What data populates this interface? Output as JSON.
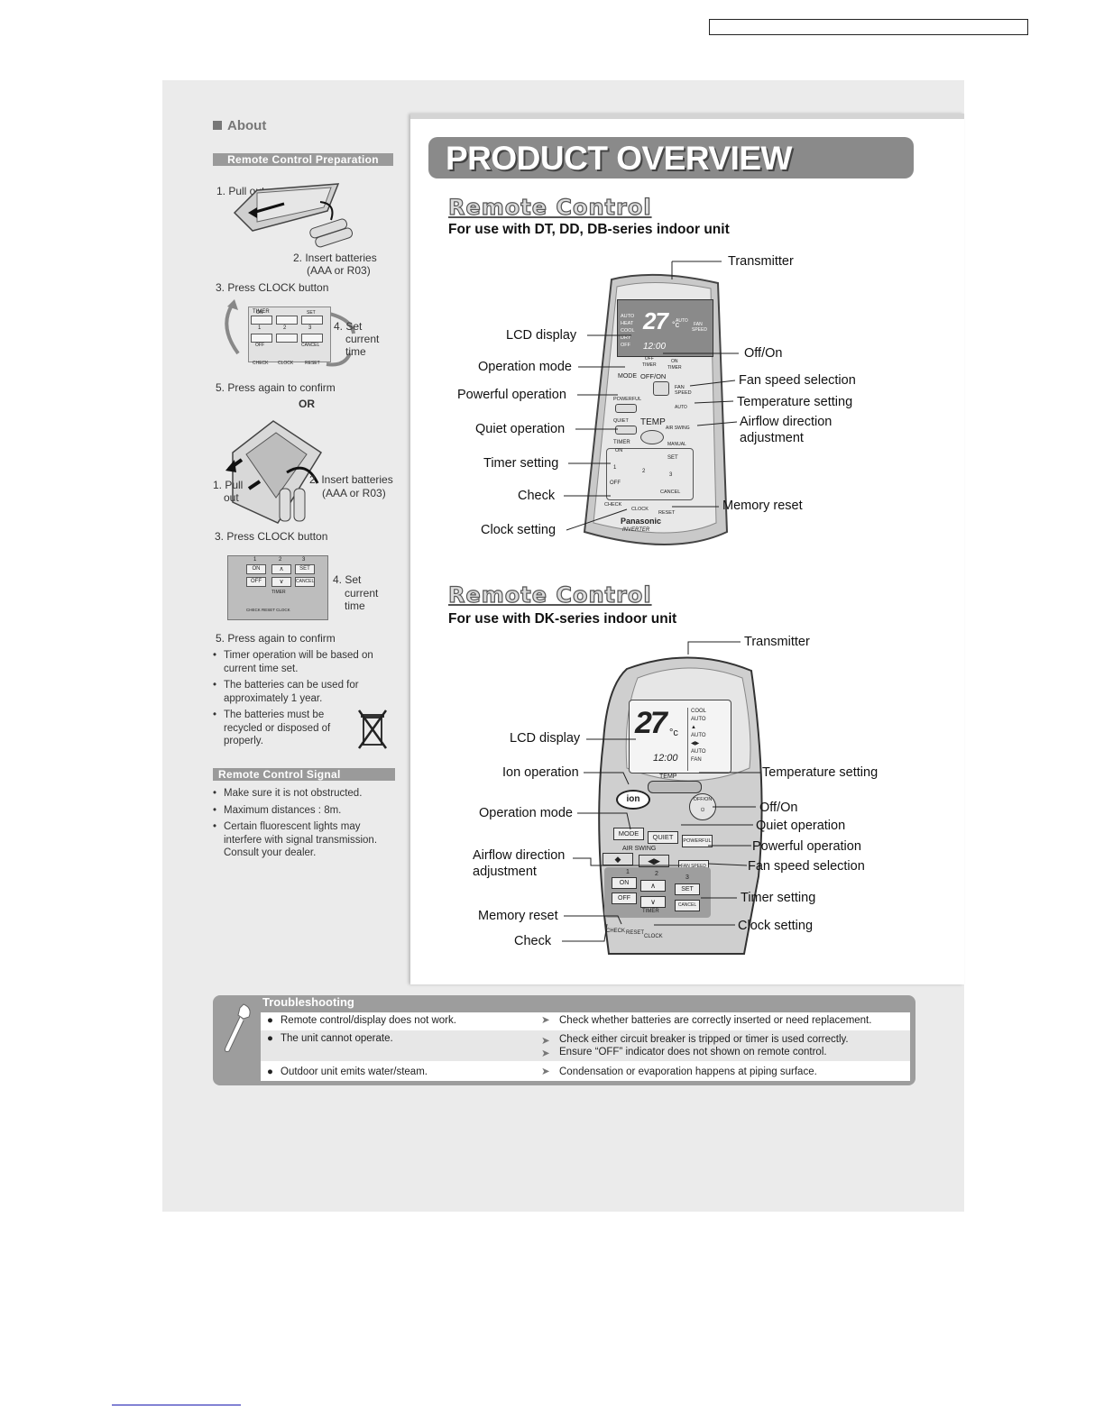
{
  "about": {
    "title": "About",
    "prep_title": "Remote Control Preparation",
    "steps_a": {
      "pull_out": "1.  Pull out",
      "insert_1": "2. Insert batteries",
      "insert_2": "(AAA or R03)",
      "press_clock": "3. Press CLOCK button",
      "set_1": "4. Set",
      "set_2": "current",
      "set_3": "time",
      "confirm": "5. Press again to confirm"
    },
    "or": "OR",
    "steps_b": {
      "pull_1": "1. Pull",
      "pull_2": "out",
      "insert_1": "2. Insert batteries",
      "insert_2": "(AAA or R03)",
      "press_clock": "3. Press CLOCK button",
      "set_1": "4. Set",
      "set_2": "current",
      "set_3": "time",
      "confirm": "5. Press again to confirm"
    },
    "mini_remote_a": [
      "TIMER",
      "ON",
      "SET",
      "1",
      "2",
      "3",
      "OFF",
      "CANCEL",
      "CHECK",
      "CLOCK",
      "RESET"
    ],
    "mini_remote_b": [
      "1",
      "2",
      "3",
      "ON",
      "SET",
      "OFF",
      "CANCEL",
      "TIMER",
      "CHECK RESET CLOCK"
    ],
    "notes": [
      [
        "Timer operation will be based on",
        "current time set."
      ],
      [
        "The batteries can be used for",
        "approximately 1 year."
      ],
      [
        "The batteries must be",
        "recycled or disposed of",
        "properly."
      ]
    ],
    "signal_title": "Remote Control Signal",
    "signal_notes": [
      [
        "Make sure it is not obstructed."
      ],
      [
        "Maximum distances : 8m."
      ],
      [
        "Certain fluorescent lights may",
        "interfere with signal transmission.",
        "Consult your dealer."
      ]
    ]
  },
  "overview": {
    "title": "PRODUCT OVERVIEW",
    "remote1": {
      "title": "Remote Control",
      "subtitle": "For use with DT, DD, DB-series indoor unit",
      "labels_left": [
        "LCD display",
        "Operation mode",
        "Powerful operation",
        "Quiet operation",
        "Timer setting",
        "Check",
        "Clock setting"
      ],
      "labels_right": [
        "Transmitter",
        "Off/On",
        "Fan speed selection",
        "Temperature setting",
        "Airflow direction",
        "adjustment",
        "Memory reset"
      ],
      "device": {
        "lcd_temp": "27",
        "lcd_unit": "°c",
        "lcd_time": "12:00",
        "modes": [
          "AUTO",
          "HEAT",
          "COOL",
          "DRY",
          "OFF"
        ],
        "fan": [
          "AUTO",
          "FAN",
          "SPEED"
        ],
        "buttons": [
          "MODE",
          "OFF/ON",
          "FAN SPEED",
          "POWERFUL",
          "QUIET",
          "TEMP",
          "AUTO",
          "AIR SWING",
          "MANUAL",
          "TIMER",
          "ON",
          "SET",
          "1",
          "2",
          "3",
          "OFF",
          "CANCEL",
          "CHECK",
          "CLOCK",
          "RESET"
        ],
        "timer_labels": [
          "OFF",
          "TIMER",
          "ON",
          "TIMER"
        ],
        "brand": "Panasonic",
        "sub_brand": "INVERTER"
      }
    },
    "remote2": {
      "title": "Remote Control",
      "subtitle": "For use with DK-series indoor unit",
      "labels_left": [
        "LCD display",
        "Ion operation",
        "Operation mode",
        "Airflow direction",
        "adjustment",
        "Memory reset",
        "Check"
      ],
      "labels_right": [
        "Transmitter",
        "Temperature setting",
        "Off/On",
        "Quiet operation",
        "Powerful operation",
        "Fan speed selection",
        "Timer setting",
        "Clock setting"
      ],
      "device": {
        "lcd_temp": "27",
        "lcd_unit": "°c",
        "lcd_time": "12:00",
        "lcd_side": [
          "COOL",
          "AUTO",
          "AUTO",
          "AUTO",
          "FAN"
        ],
        "buttons": [
          "TEMP",
          "ion",
          "OFF/ON",
          "MODE",
          "QUIET",
          "POWERFUL",
          "AIR SWING",
          "FAN SPEED",
          "1",
          "2",
          "3",
          "ON",
          "SET",
          "OFF",
          "CANCEL",
          "TIMER",
          "CHECK",
          "RESET",
          "CLOCK"
        ]
      }
    }
  },
  "troubleshooting": {
    "title": "Troubleshooting",
    "rows": [
      {
        "q": "Remote control/display does not work.",
        "a": [
          "Check whether batteries are correctly inserted or need replacement."
        ]
      },
      {
        "q": "The unit cannot operate.",
        "a": [
          "Check either circuit breaker is tripped or timer is used correctly.",
          "Ensure “OFF” indicator does not shown on remote control."
        ]
      },
      {
        "q": "Outdoor unit emits water/steam.",
        "a": [
          "Condensation or evaporation happens at piping surface."
        ]
      }
    ]
  }
}
